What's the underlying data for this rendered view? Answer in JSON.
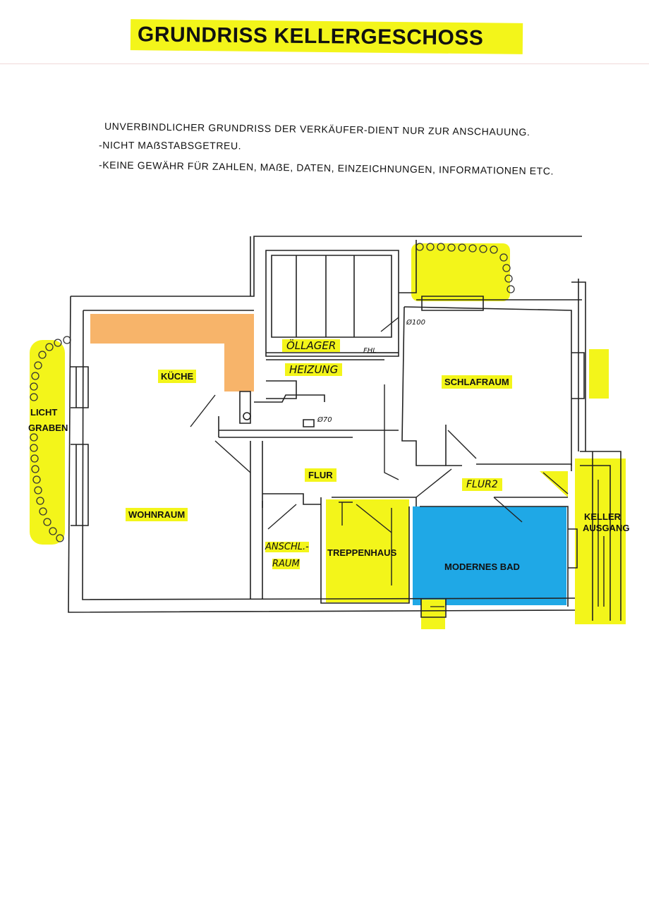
{
  "title": "GRUNDRISS KELLERGESCHOSS",
  "notes": [
    "UNVERBINDLICHER GRUNDRISS DER VERKÄUFER-DIENT NUR ZUR ANSCHAUUNG.",
    "-NICHT MAẞSTABSGETREU.",
    "-KEINE GEWÄHR FÜR ZAHLEN, MAẞE, DATEN, EINZEICHNUNGEN, INFORMATIONEN ETC."
  ],
  "rooms": {
    "kueche": "KÜCHE",
    "wohnraum": "WOHNRAUM",
    "licht": "LICHT",
    "graben": "GRABEN",
    "oellager": "ÖLLAGER",
    "heizung": "HEIZUNG",
    "schlafraum": "SCHLAFRAUM",
    "flur": "FLUR",
    "flur2": "FLUR2",
    "anschl": "ANSCHL.-",
    "raum": "RAUM",
    "treppenhaus": "TREPPENHAUS",
    "bad": "MODERNES BAD",
    "keller": "KELLER",
    "ausgang": "AUSGANG"
  },
  "marks": {
    "fhl": "FHL",
    "d100": "Ø100",
    "d70": "Ø70"
  },
  "colors": {
    "highlight": "#f3f51a",
    "kitchen": "#f7b46a",
    "bath": "#1fa8e6",
    "line": "#222222"
  }
}
